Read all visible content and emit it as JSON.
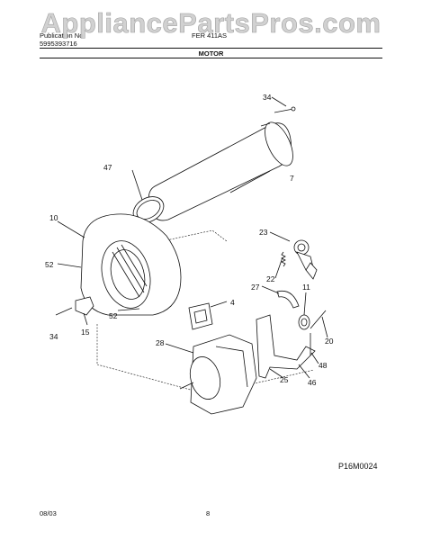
{
  "watermark": "AppliancePartsPros.com",
  "header": {
    "publication_label": "Publication No",
    "publication_number": "5995393716",
    "model": "FER 411AS",
    "section_title": "MOTOR"
  },
  "callouts": [
    "34",
    "7",
    "47",
    "10",
    "23",
    "52",
    "22",
    "4",
    "27",
    "11",
    "52",
    "15",
    "34",
    "20",
    "28",
    "48",
    "25",
    "46"
  ],
  "figure_code": "P16M0024",
  "footer": {
    "date": "08/03",
    "page": "8"
  }
}
